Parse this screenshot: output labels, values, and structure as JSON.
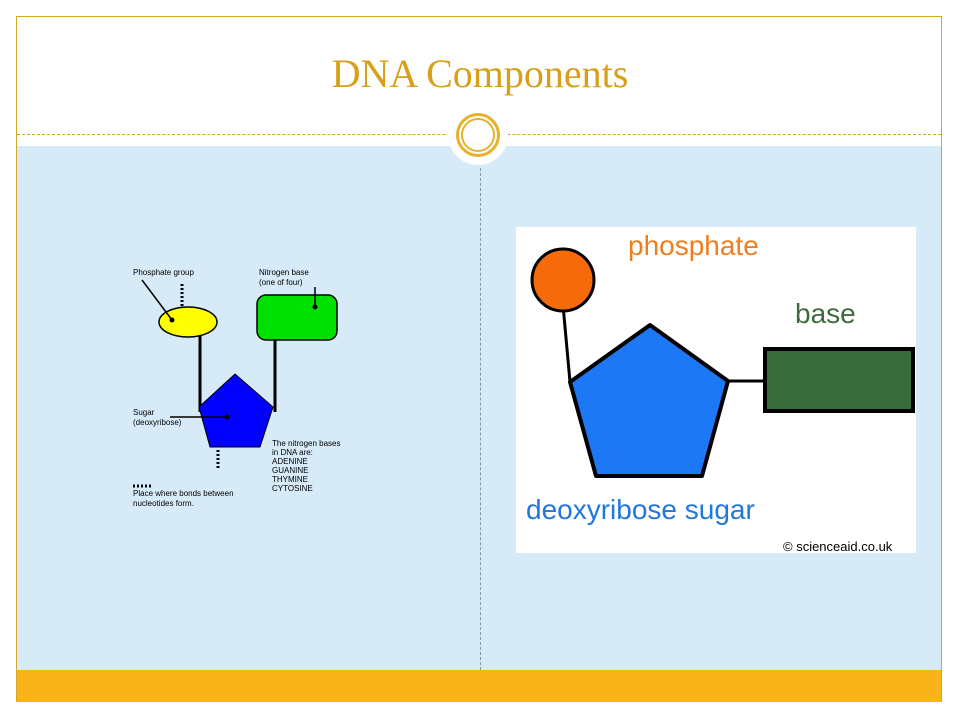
{
  "slide": {
    "title": "DNA Components"
  },
  "left_diagram": {
    "phosphate_label": "Phosphate group",
    "nitrogen_label_1": "Nitrogen base",
    "nitrogen_label_2": "(one of four)",
    "sugar_label_1": "Sugar",
    "sugar_label_2": "(deoxyribose)",
    "bases_title_1": "The nitrogen bases",
    "bases_title_2": "in DNA are:",
    "bases": [
      "ADENINE",
      "GUANINE",
      "THYMINE",
      "CYTOSINE"
    ],
    "bond_note_1": "Place where bonds between",
    "bond_note_2": "nucleotides form.",
    "colors": {
      "phosphate": "#ffff00",
      "nitrogen": "#00e000",
      "sugar": "#0000ff"
    }
  },
  "right_diagram": {
    "phosphate_label": "phosphate",
    "base_label": "base",
    "sugar_label": "deoxyribose sugar",
    "credit": "© scienceaid.co.uk",
    "colors": {
      "phosphate": "#f56b0a",
      "base": "#3a6b3a",
      "sugar": "#1c78f5",
      "phosphate_text": "#f07d1e",
      "base_text": "#3f6b3f",
      "sugar_text": "#2277dd"
    }
  }
}
